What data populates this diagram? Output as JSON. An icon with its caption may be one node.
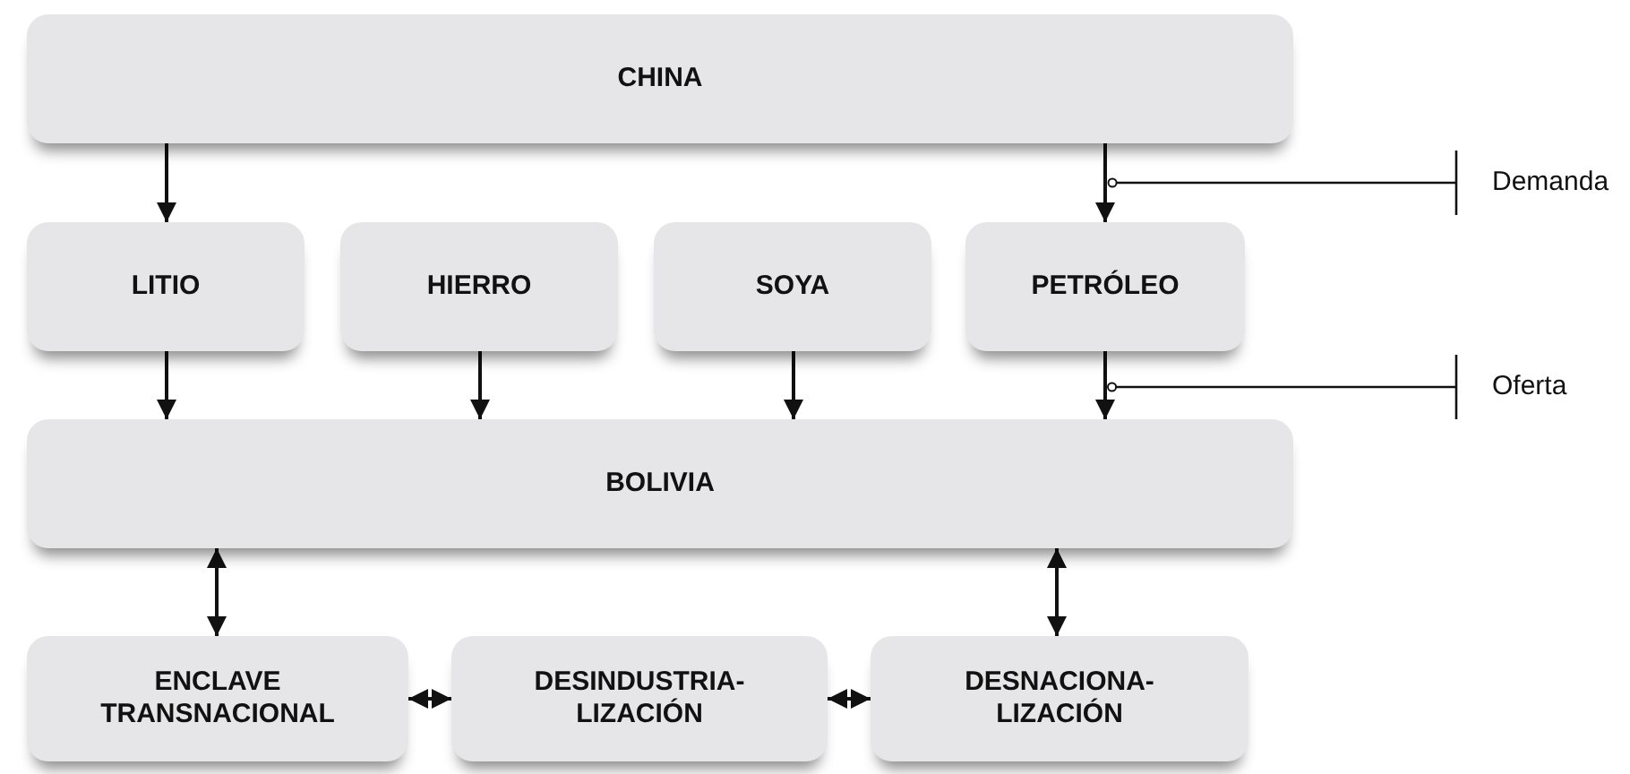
{
  "diagram": {
    "nodes": [
      {
        "text": [
          "CHINA"
        ]
      },
      {
        "text": [
          "LITIO"
        ]
      },
      {
        "text": [
          "HIERRO"
        ]
      },
      {
        "text": [
          "SOYA"
        ]
      },
      {
        "text": [
          "PETRÓLEO"
        ]
      },
      {
        "text": [
          "BOLIVIA"
        ]
      },
      {
        "text": [
          "ENCLAVE TRANSNACIONAL"
        ]
      },
      {
        "text": [
          "DESINDUSTRIA- LIZACIÓN"
        ]
      },
      {
        "text": [
          "DESNACIONA- LIZACIÓN"
        ]
      },
      {
        "text": [
          "Demanda"
        ]
      },
      {
        "text": [
          "Oferta"
        ]
      }
    ],
    "edges": [
      {
        "from": 0,
        "to": 1,
        "arrow": "to"
      },
      {
        "from": 0,
        "to": 4,
        "arrow": "to"
      },
      {
        "from": 1,
        "to": 5,
        "arrow": "to"
      },
      {
        "from": 2,
        "to": 5,
        "arrow": "to"
      },
      {
        "from": 3,
        "to": 5,
        "arrow": "to"
      },
      {
        "from": 4,
        "to": 5,
        "arrow": "to"
      },
      {
        "from": 5,
        "to": 6,
        "arrow": "both"
      },
      {
        "from": 5,
        "to": 8,
        "arrow": "both"
      },
      {
        "from": 6,
        "to": 7,
        "arrow": "both"
      },
      {
        "from": 7,
        "to": 8,
        "arrow": "both"
      },
      {
        "from": 9,
        "to": 4,
        "arrow": "other"
      },
      {
        "from": 10,
        "to": 5,
        "arrow": "other"
      }
    ]
  }
}
